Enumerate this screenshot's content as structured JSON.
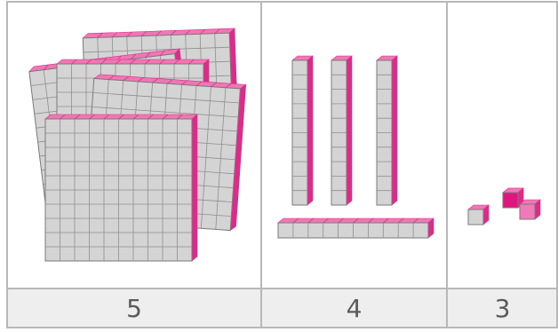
{
  "colors": {
    "border": "#b8b8b8",
    "label_row_bg": "#eeeeee",
    "block_face": "#d4d4d4",
    "block_grid": "#8f8f8f",
    "accent_top": "#ee78b4",
    "accent_side": "#df2a8a",
    "label_text": "#5a5a5a"
  },
  "columns": [
    {
      "name": "hundreds",
      "count": 5,
      "label": "5",
      "block": "flat-100"
    },
    {
      "name": "tens",
      "count": 4,
      "label": "4",
      "block": "rod-10"
    },
    {
      "name": "ones",
      "count": 3,
      "label": "3",
      "block": "unit-1"
    }
  ]
}
